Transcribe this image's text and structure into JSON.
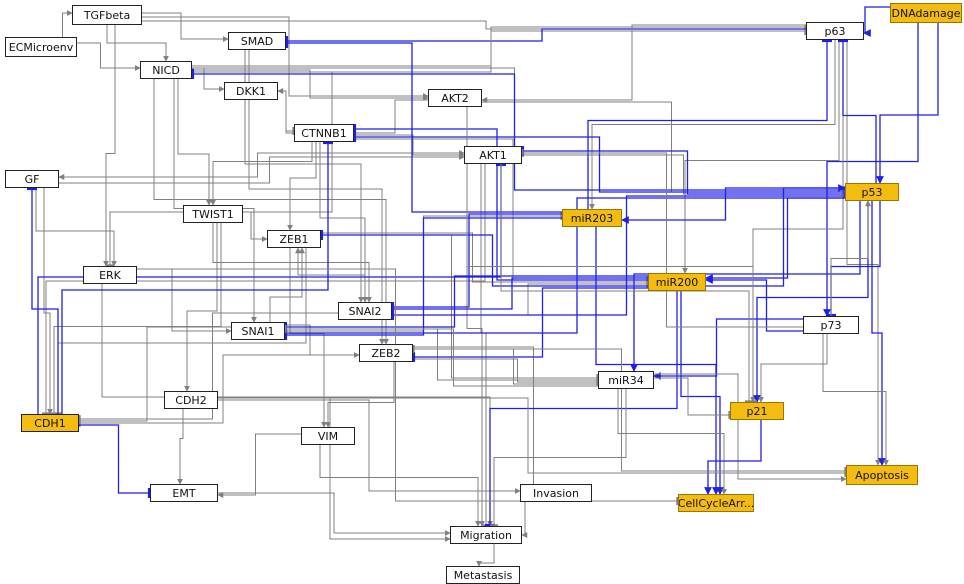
{
  "colors": {
    "node_default": "#ffffff",
    "node_highlight": "#f5bc10",
    "edge_gray": "#808080",
    "edge_blue": "#1f1fe6",
    "border": "#222222"
  },
  "nodes": {
    "tgfbeta": {
      "label": "TGFbeta",
      "highlight": false
    },
    "ecmicroenv": {
      "label": "ECMicroenv",
      "highlight": false
    },
    "smad": {
      "label": "SMAD",
      "highlight": false
    },
    "nicd": {
      "label": "NICD",
      "highlight": false
    },
    "dkk1": {
      "label": "DKK1",
      "highlight": false
    },
    "akt2": {
      "label": "AKT2",
      "highlight": false
    },
    "ctnnb1": {
      "label": "CTNNB1",
      "highlight": false
    },
    "akt1": {
      "label": "AKT1",
      "highlight": false
    },
    "gf": {
      "label": "GF",
      "highlight": false
    },
    "twist1": {
      "label": "TWIST1",
      "highlight": false
    },
    "zeb1": {
      "label": "ZEB1",
      "highlight": false
    },
    "erk": {
      "label": "ERK",
      "highlight": false
    },
    "snai2": {
      "label": "SNAI2",
      "highlight": false
    },
    "snai1": {
      "label": "SNAI1",
      "highlight": false
    },
    "zeb2": {
      "label": "ZEB2",
      "highlight": false
    },
    "cdh2": {
      "label": "CDH2",
      "highlight": false
    },
    "cdh1": {
      "label": "CDH1",
      "highlight": true
    },
    "vim": {
      "label": "VIM",
      "highlight": false
    },
    "emt": {
      "label": "EMT",
      "highlight": false
    },
    "invasion": {
      "label": "Invasion",
      "highlight": false
    },
    "migration": {
      "label": "Migration",
      "highlight": false
    },
    "metastasis": {
      "label": "Metastasis",
      "highlight": false
    },
    "p63": {
      "label": "p63",
      "highlight": false
    },
    "dnadamage": {
      "label": "DNAdamage",
      "highlight": true
    },
    "p53": {
      "label": "p53",
      "highlight": true
    },
    "mir203": {
      "label": "miR203",
      "highlight": true
    },
    "mir200": {
      "label": "miR200",
      "highlight": true
    },
    "p73": {
      "label": "p73",
      "highlight": false
    },
    "mir34": {
      "label": "miR34",
      "highlight": false
    },
    "p21": {
      "label": "p21",
      "highlight": true
    },
    "apoptosis": {
      "label": "Apoptosis",
      "highlight": true
    },
    "cellcyclearrest": {
      "label": "CellCycleArr...",
      "highlight": true
    }
  },
  "edges": [
    {
      "from": "ecmicroenv",
      "to": "tgfbeta",
      "type": "activation",
      "color": "gray"
    },
    {
      "from": "ecmicroenv",
      "to": "nicd",
      "type": "activation",
      "color": "gray"
    },
    {
      "from": "tgfbeta",
      "to": "smad",
      "type": "activation",
      "color": "gray"
    },
    {
      "from": "tgfbeta",
      "to": "nicd",
      "type": "activation",
      "color": "gray"
    },
    {
      "from": "tgfbeta",
      "to": "akt2",
      "type": "activation",
      "color": "gray"
    },
    {
      "from": "tgfbeta",
      "to": "erk",
      "type": "activation",
      "color": "gray"
    },
    {
      "from": "tgfbeta",
      "to": "p63",
      "type": "inhibition",
      "color": "gray"
    },
    {
      "from": "smad",
      "to": "snai2",
      "type": "activation",
      "color": "gray"
    },
    {
      "from": "smad",
      "to": "zeb2",
      "type": "activation",
      "color": "gray"
    },
    {
      "from": "nicd",
      "to": "dkk1",
      "type": "activation",
      "color": "gray"
    },
    {
      "from": "nicd",
      "to": "akt2",
      "type": "activation",
      "color": "gray"
    },
    {
      "from": "nicd",
      "to": "akt1",
      "type": "activation",
      "color": "gray"
    },
    {
      "from": "nicd",
      "to": "snai1",
      "type": "activation",
      "color": "gray"
    },
    {
      "from": "nicd",
      "to": "twist1",
      "type": "activation",
      "color": "gray"
    },
    {
      "from": "nicd",
      "to": "zeb2",
      "type": "activation",
      "color": "gray"
    },
    {
      "from": "nicd",
      "to": "p63",
      "type": "inhibition",
      "color": "gray"
    },
    {
      "from": "nicd",
      "to": "p53",
      "type": "inhibition",
      "color": "gray"
    },
    {
      "from": "dkk1",
      "to": "ctnnb1",
      "type": "inhibition",
      "color": "gray"
    },
    {
      "from": "akt2",
      "to": "ctnnb1",
      "type": "inhibition",
      "color": "gray"
    },
    {
      "from": "akt2",
      "to": "p53",
      "type": "inhibition",
      "color": "gray"
    },
    {
      "from": "akt2",
      "to": "migration",
      "type": "activation",
      "color": "gray"
    },
    {
      "from": "ctnnb1",
      "to": "twist1",
      "type": "activation",
      "color": "gray"
    },
    {
      "from": "ctnnb1",
      "to": "zeb1",
      "type": "activation",
      "color": "gray"
    },
    {
      "from": "ctnnb1",
      "to": "snai2",
      "type": "activation",
      "color": "gray"
    },
    {
      "from": "ctnnb1",
      "to": "dkk1",
      "type": "activation",
      "color": "gray"
    },
    {
      "from": "ctnnb1",
      "to": "akt1",
      "type": "activation",
      "color": "gray"
    },
    {
      "from": "ctnnb1",
      "to": "erk",
      "type": "inhibition",
      "color": "gray"
    },
    {
      "from": "ctnnb1",
      "to": "mir200",
      "type": "inhibition",
      "color": "gray"
    },
    {
      "from": "akt1",
      "to": "migration",
      "type": "inhibition",
      "color": "gray"
    },
    {
      "from": "akt1",
      "to": "cdh1",
      "type": "inhibition",
      "color": "gray"
    },
    {
      "from": "akt1",
      "to": "gf",
      "type": "activation",
      "color": "gray"
    },
    {
      "from": "akt1",
      "to": "p53",
      "type": "inhibition",
      "color": "gray"
    },
    {
      "from": "gf",
      "to": "erk",
      "type": "activation",
      "color": "gray"
    },
    {
      "from": "gf",
      "to": "akt1",
      "type": "activation",
      "color": "gray"
    },
    {
      "from": "gf",
      "to": "cdh1",
      "type": "activation",
      "color": "gray"
    },
    {
      "from": "erk",
      "to": "snai1",
      "type": "activation",
      "color": "gray"
    },
    {
      "from": "erk",
      "to": "migration",
      "type": "activation",
      "color": "gray"
    },
    {
      "from": "twist1",
      "to": "zeb1",
      "type": "activation",
      "color": "gray"
    },
    {
      "from": "twist1",
      "to": "snai2",
      "type": "activation",
      "color": "gray"
    },
    {
      "from": "twist1",
      "to": "cdh2",
      "type": "activation",
      "color": "gray"
    },
    {
      "from": "twist1",
      "to": "cdh1",
      "type": "inhibition",
      "color": "gray"
    },
    {
      "from": "zeb1",
      "to": "cdh1",
      "type": "inhibition",
      "color": "gray"
    },
    {
      "from": "zeb1",
      "to": "mir200",
      "type": "inhibition",
      "color": "gray"
    },
    {
      "from": "zeb1",
      "to": "mir34",
      "type": "inhibition",
      "color": "gray"
    },
    {
      "from": "zeb1",
      "to": "vim",
      "type": "activation",
      "color": "gray"
    },
    {
      "from": "snai2",
      "to": "zeb1",
      "type": "activation",
      "color": "gray"
    },
    {
      "from": "snai2",
      "to": "cdh1",
      "type": "inhibition",
      "color": "gray"
    },
    {
      "from": "snai2",
      "to": "mir200",
      "type": "inhibition",
      "color": "gray"
    },
    {
      "from": "snai1",
      "to": "zeb1",
      "type": "activation",
      "color": "gray"
    },
    {
      "from": "snai1",
      "to": "zeb2",
      "type": "activation",
      "color": "gray"
    },
    {
      "from": "snai1",
      "to": "cdh1",
      "type": "inhibition",
      "color": "gray"
    },
    {
      "from": "snai1",
      "to": "mir34",
      "type": "inhibition",
      "color": "gray"
    },
    {
      "from": "snai1",
      "to": "mir203",
      "type": "inhibition",
      "color": "gray"
    },
    {
      "from": "zeb2",
      "to": "cdh1",
      "type": "inhibition",
      "color": "gray"
    },
    {
      "from": "zeb2",
      "to": "vim",
      "type": "activation",
      "color": "gray"
    },
    {
      "from": "zeb2",
      "to": "mir34",
      "type": "inhibition",
      "color": "gray"
    },
    {
      "from": "zeb2",
      "to": "cellcyclearrest",
      "type": "inhibition",
      "color": "gray"
    },
    {
      "from": "cdh2",
      "to": "emt",
      "type": "activation",
      "color": "gray"
    },
    {
      "from": "cdh2",
      "to": "migration",
      "type": "activation",
      "color": "gray"
    },
    {
      "from": "cdh2",
      "to": "invasion",
      "type": "activation",
      "color": "gray"
    },
    {
      "from": "cdh1",
      "to": "emt",
      "type": "inhibition",
      "color": "blue"
    },
    {
      "from": "cdh1",
      "to": "gf",
      "type": "inhibition",
      "color": "blue"
    },
    {
      "from": "cdh1",
      "to": "ctnnb1",
      "type": "inhibition",
      "color": "blue"
    },
    {
      "from": "cdh1",
      "to": "akt1",
      "type": "inhibition",
      "color": "blue"
    },
    {
      "from": "vim",
      "to": "migration",
      "type": "activation",
      "color": "gray"
    },
    {
      "from": "vim",
      "to": "emt",
      "type": "activation",
      "color": "gray"
    },
    {
      "from": "emt",
      "to": "migration",
      "type": "activation",
      "color": "gray"
    },
    {
      "from": "invasion",
      "to": "migration",
      "type": "activation",
      "color": "gray"
    },
    {
      "from": "migration",
      "to": "metastasis",
      "type": "activation",
      "color": "gray"
    },
    {
      "from": "dnadamage",
      "to": "p53",
      "type": "activation",
      "color": "blue"
    },
    {
      "from": "dnadamage",
      "to": "p63",
      "type": "activation",
      "color": "blue"
    },
    {
      "from": "dnadamage",
      "to": "p73",
      "type": "activation",
      "color": "blue"
    },
    {
      "from": "p63",
      "to": "smad",
      "type": "inhibition",
      "color": "blue"
    },
    {
      "from": "p63",
      "to": "mir203",
      "type": "activation",
      "color": "gray"
    },
    {
      "from": "p63",
      "to": "mir200",
      "type": "activation",
      "color": "gray"
    },
    {
      "from": "p63",
      "to": "p21",
      "type": "activation",
      "color": "gray"
    },
    {
      "from": "p63",
      "to": "apoptosis",
      "type": "activation",
      "color": "gray"
    },
    {
      "from": "p63",
      "to": "akt2",
      "type": "activation",
      "color": "gray"
    },
    {
      "from": "p63",
      "to": "nicd",
      "type": "inhibition",
      "color": "gray"
    },
    {
      "from": "p53",
      "to": "nicd",
      "type": "inhibition",
      "color": "blue"
    },
    {
      "from": "p53",
      "to": "ctnnb1",
      "type": "inhibition",
      "color": "blue"
    },
    {
      "from": "p53",
      "to": "akt1",
      "type": "inhibition",
      "color": "blue"
    },
    {
      "from": "p53",
      "to": "snai2",
      "type": "inhibition",
      "color": "blue"
    },
    {
      "from": "p53",
      "to": "mir200",
      "type": "activation",
      "color": "blue"
    },
    {
      "from": "p53",
      "to": "mir34",
      "type": "activation",
      "color": "blue"
    },
    {
      "from": "p53",
      "to": "mir203",
      "type": "activation",
      "color": "blue"
    },
    {
      "from": "p53",
      "to": "p21",
      "type": "activation",
      "color": "blue"
    },
    {
      "from": "p53",
      "to": "apoptosis",
      "type": "activation",
      "color": "blue"
    },
    {
      "from": "p53",
      "to": "p63",
      "type": "inhibition",
      "color": "blue"
    },
    {
      "from": "p53",
      "to": "p73",
      "type": "inhibition",
      "color": "blue"
    },
    {
      "from": "p53",
      "to": "snai1",
      "type": "inhibition",
      "color": "blue"
    },
    {
      "from": "mir203",
      "to": "smad",
      "type": "inhibition",
      "color": "blue"
    },
    {
      "from": "mir203",
      "to": "snai2",
      "type": "inhibition",
      "color": "blue"
    },
    {
      "from": "mir203",
      "to": "p63",
      "type": "inhibition",
      "color": "blue"
    },
    {
      "from": "mir203",
      "to": "snai1",
      "type": "inhibition",
      "color": "blue"
    },
    {
      "from": "mir203",
      "to": "cellcyclearrest",
      "type": "activation",
      "color": "blue"
    },
    {
      "from": "mir200",
      "to": "zeb1",
      "type": "inhibition",
      "color": "blue"
    },
    {
      "from": "mir200",
      "to": "zeb2",
      "type": "inhibition",
      "color": "blue"
    },
    {
      "from": "mir200",
      "to": "snai1",
      "type": "inhibition",
      "color": "blue"
    },
    {
      "from": "mir200",
      "to": "snai2",
      "type": "inhibition",
      "color": "blue"
    },
    {
      "from": "mir200",
      "to": "ctnnb1",
      "type": "inhibition",
      "color": "blue"
    },
    {
      "from": "mir200",
      "to": "migration",
      "type": "inhibition",
      "color": "blue"
    },
    {
      "from": "mir200",
      "to": "cellcyclearrest",
      "type": "activation",
      "color": "blue"
    },
    {
      "from": "mir200",
      "to": "p53",
      "type": "activation",
      "color": "blue"
    },
    {
      "from": "p73",
      "to": "mir200",
      "type": "activation",
      "color": "blue"
    },
    {
      "from": "p73",
      "to": "mir34",
      "type": "activation",
      "color": "blue"
    },
    {
      "from": "p73",
      "to": "apoptosis",
      "type": "activation",
      "color": "gray"
    },
    {
      "from": "p73",
      "to": "p21",
      "type": "activation",
      "color": "gray"
    },
    {
      "from": "p73",
      "to": "p53",
      "type": "activation",
      "color": "gray"
    },
    {
      "from": "p73",
      "to": "akt1",
      "type": "inhibition",
      "color": "gray"
    },
    {
      "from": "mir34",
      "to": "zeb2",
      "type": "inhibition",
      "color": "gray"
    },
    {
      "from": "mir34",
      "to": "snai1",
      "type": "inhibition",
      "color": "gray"
    },
    {
      "from": "mir34",
      "to": "apoptosis",
      "type": "activation",
      "color": "gray"
    },
    {
      "from": "mir34",
      "to": "cellcyclearrest",
      "type": "activation",
      "color": "gray"
    },
    {
      "from": "mir34",
      "to": "p21",
      "type": "inhibition",
      "color": "gray"
    },
    {
      "from": "mir34",
      "to": "migration",
      "type": "inhibition",
      "color": "gray"
    },
    {
      "from": "p21",
      "to": "cellcyclearrest",
      "type": "activation",
      "color": "blue"
    },
    {
      "from": "akt1",
      "to": "p21",
      "type": "inhibition",
      "color": "gray"
    },
    {
      "from": "akt2",
      "to": "p21",
      "type": "inhibition",
      "color": "gray"
    },
    {
      "from": "erk",
      "to": "cellcyclearrest",
      "type": "inhibition",
      "color": "gray"
    },
    {
      "from": "zeb2",
      "to": "apoptosis",
      "type": "inhibition",
      "color": "gray"
    },
    {
      "from": "cdh2",
      "to": "apoptosis",
      "type": "inhibition",
      "color": "gray"
    }
  ]
}
